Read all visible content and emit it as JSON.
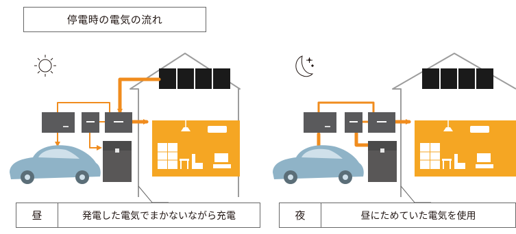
{
  "title": "停電時の電気の流れ",
  "panels": [
    {
      "time_label": "昼",
      "description": "発電した電気でまかないながら充電",
      "sky_icon": "sun-icon"
    },
    {
      "time_label": "夜",
      "description": "昼にためていた電気を使用",
      "sky_icon": "moon-stars-icon"
    }
  ],
  "colors": {
    "flow_arrow": "#f08c1e",
    "room": "#f5a623",
    "car": "#8fb3c7",
    "device": "#5a5a5c",
    "battery": "#595757",
    "solar_panel": "#1a1a1a",
    "house_outline": "#9c9c9c"
  }
}
